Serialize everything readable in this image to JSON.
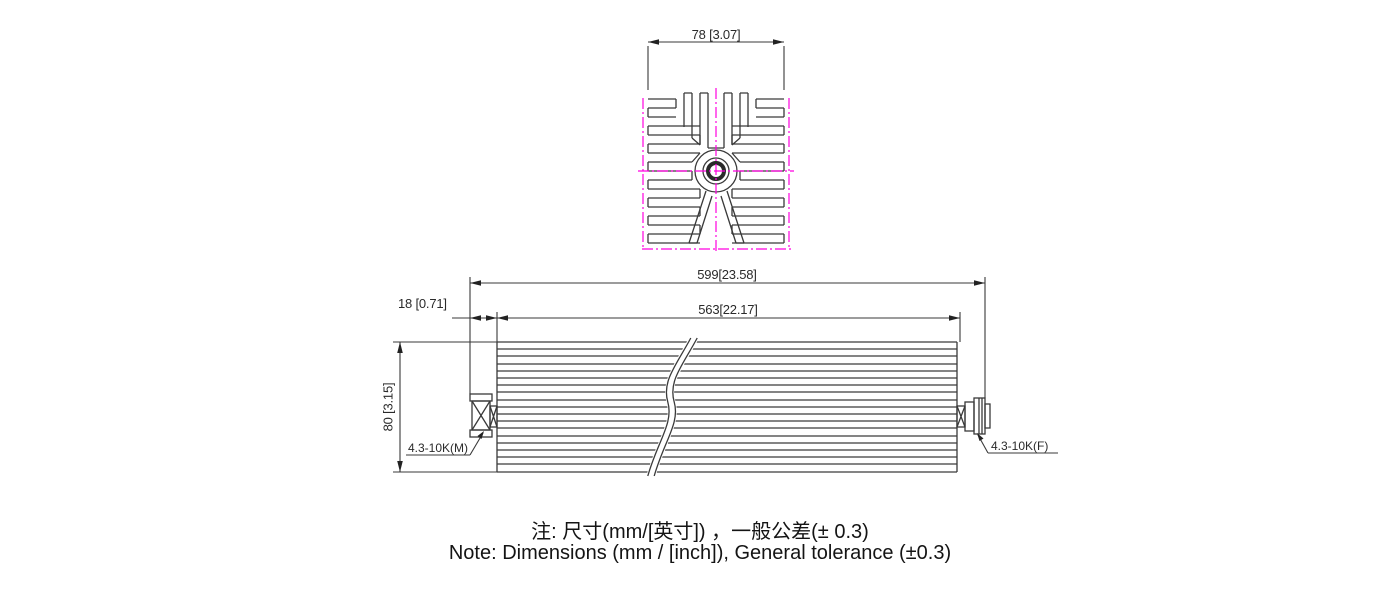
{
  "meta": {
    "background": "#ffffff",
    "drawing_type": "rf-attenuator-technical-drawing"
  },
  "colors": {
    "line": "#3a3a3a",
    "text": "#1f1f1f",
    "centerline": "#ff00e0"
  },
  "top_view": {
    "width_dim": "78 [3.07]"
  },
  "front_view": {
    "overall_length_dim": "599[23.58]",
    "body_length_dim": "563[22.17]",
    "left_offset_dim": "18 [0.71]",
    "height_dim": "80 [3.15]",
    "left_connector_label": "4.3-10K(M)",
    "right_connector_label": "4.3-10K(F)"
  },
  "notes": {
    "line1_cn": "注: 尺寸(mm/[英寸]) ，一般公差(± 0.3)",
    "line2_en": "Note: Dimensions (mm / [inch]), General tolerance (±0.3)"
  }
}
